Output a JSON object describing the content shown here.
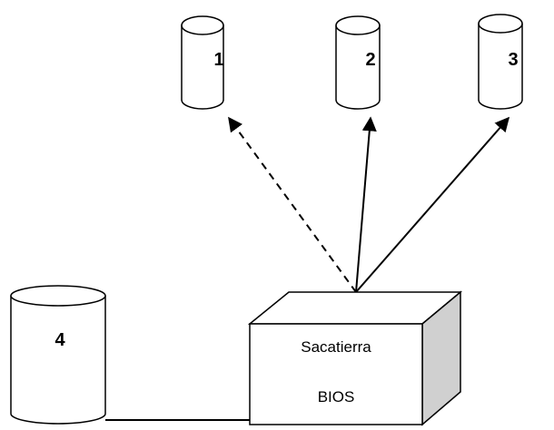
{
  "diagram": {
    "cylinders": [
      {
        "id": "1",
        "label": "1"
      },
      {
        "id": "2",
        "label": "2"
      },
      {
        "id": "3",
        "label": "3"
      },
      {
        "id": "4",
        "label": "4"
      }
    ],
    "box": {
      "name_label": "Sacatierra",
      "sub_label": "BIOS"
    },
    "connections": [
      {
        "from": "box",
        "to": "1",
        "style": "dashed",
        "arrow": true
      },
      {
        "from": "box",
        "to": "2",
        "style": "solid",
        "arrow": true
      },
      {
        "from": "box",
        "to": "3",
        "style": "solid",
        "arrow": true
      },
      {
        "from": "4",
        "to": "box",
        "style": "solid",
        "arrow": false
      }
    ],
    "colors": {
      "stroke": "#000000",
      "fill": "#ffffff",
      "box_side_shade": "#d0d0d0"
    }
  }
}
